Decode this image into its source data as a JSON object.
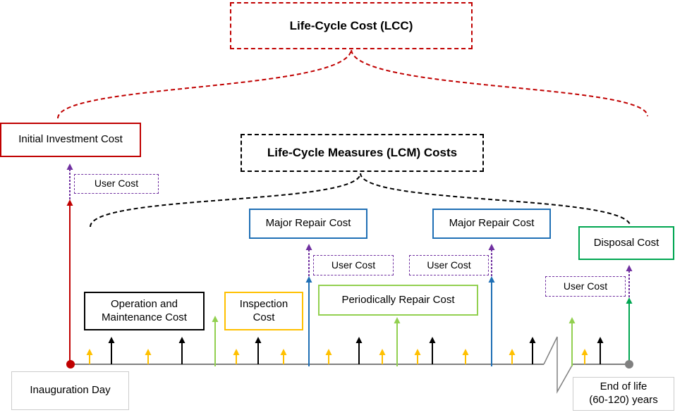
{
  "colors": {
    "red": "#c00000",
    "black": "#000000",
    "blue": "#1f6fb5",
    "green_light": "#92d050",
    "green": "#00a651",
    "yellow": "#ffc000",
    "purple": "#7030a0",
    "grey": "#808080"
  },
  "labels": {
    "lcc": "Life-Cycle Cost (LCC)",
    "initial_investment": "Initial Investment Cost",
    "lcm": "Life-Cycle Measures (LCM) Costs",
    "user_cost": "User Cost",
    "major_repair": "Major Repair Cost",
    "disposal": "Disposal Cost",
    "operation_maintenance": "Operation and\nMaintenance Cost",
    "inspection": "Inspection\nCost",
    "periodic_repair": "Periodically Repair Cost",
    "inauguration_day": "Inauguration Day",
    "end_of_life": "End of life\n(60-120) years"
  }
}
